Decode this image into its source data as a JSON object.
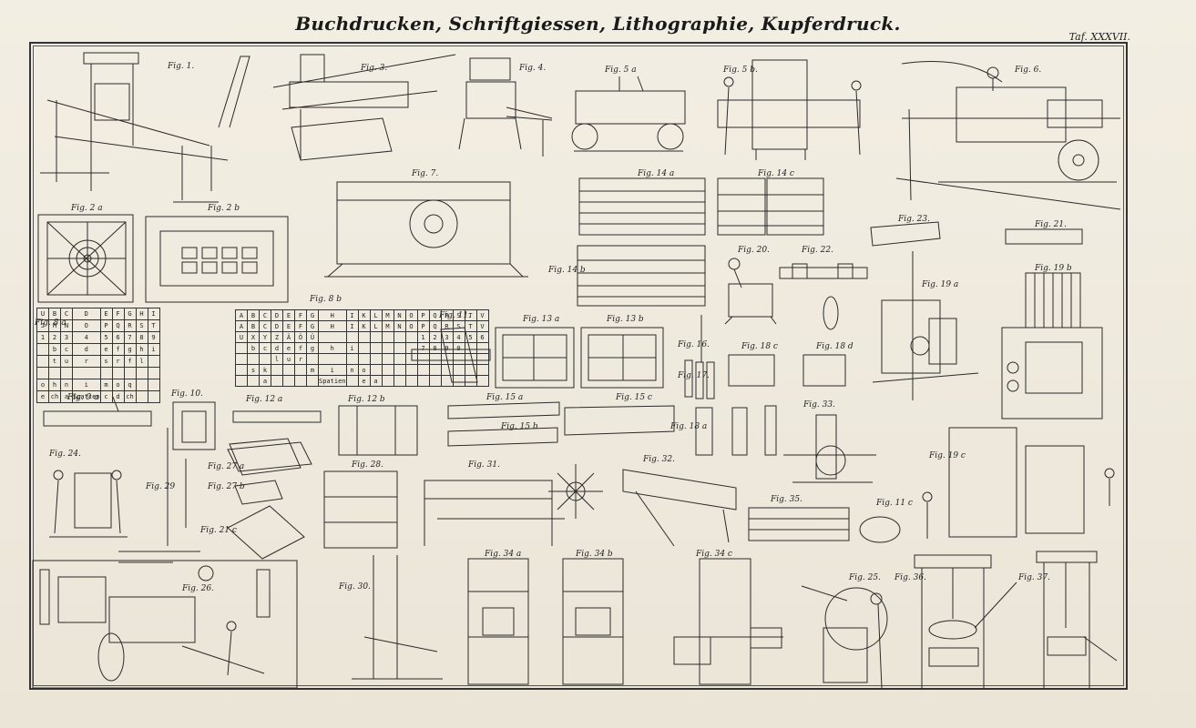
{
  "plate": {
    "title": "Buchdrucken, Schriftgiessen, Lithographie, Kupferdruck.",
    "tafel": "Taf. XXXVII."
  },
  "figures": [
    "Fig. 1.",
    "Fig. 3.",
    "Fig. 4.",
    "Fig. 5 a",
    "Fig. 5 b.",
    "Fig. 6.",
    "Fig. 7.",
    "Fig. 2 a",
    "Fig. 2 b",
    "Fig. 14 a",
    "Fig. 14 c",
    "Fig. 14 b",
    "Fig. 23.",
    "Fig. 21.",
    "Fig. 20.",
    "Fig. 22.",
    "Fig. 19 a",
    "Fig. 19 b",
    "Fig. 8 a",
    "Fig. 8 b",
    "Fig. 11.",
    "Fig. 13 a",
    "Fig. 13 b",
    "Fig. 18 c",
    "Fig. 18 d",
    "Fig. 16.",
    "Fig. 17.",
    "Fig. 9 a",
    "Fig. 10.",
    "Fig. 12 a",
    "Fig. 12 b",
    "Fig. 15 a",
    "Fig. 15 c",
    "Fig. 15 b",
    "Fig. 18 a",
    "Fig. 33.",
    "Fig. 24.",
    "Fig. 27 a",
    "Fig. 27 b",
    "Fig. 29",
    "Fig. 21 c",
    "Fig. 28.",
    "Fig. 31.",
    "Fig. 32.",
    "Fig. 35.",
    "Fig. 11 c",
    "Fig. 19 c",
    "Fig. 26.",
    "Fig. 30.",
    "Fig. 34 a",
    "Fig. 34 b",
    "Fig. 34 c",
    "Fig. 25.",
    "Fig. 36.",
    "Fig. 37."
  ],
  "case_a": {
    "rows": [
      [
        "U",
        "B",
        "C",
        "D",
        "E",
        "F",
        "G",
        "H",
        "I"
      ],
      [
        "J",
        "M",
        "N",
        "O",
        "P",
        "Q",
        "R",
        "S",
        "T"
      ],
      [
        "1",
        "2",
        "3",
        "4",
        "5",
        "6",
        "7",
        "8",
        "9"
      ],
      [
        "",
        "b",
        "c",
        "d",
        "e",
        "f",
        "g",
        "h",
        "i"
      ],
      [
        "",
        "t",
        "u",
        "r",
        "s",
        "r",
        "f",
        "l",
        ""
      ],
      [
        "",
        "",
        "",
        "",
        "",
        "",
        "",
        "",
        ""
      ],
      [
        "o",
        "h",
        "n",
        "i",
        "m",
        "o",
        "q",
        "",
        ""
      ],
      [
        "e",
        "ch",
        "a",
        "Spatien",
        "c",
        "d",
        "ch",
        "",
        ""
      ]
    ]
  },
  "case_b": {
    "rows": [
      [
        "A",
        "B",
        "C",
        "D",
        "E",
        "F",
        "G",
        "H",
        "I",
        "K",
        "L",
        "M",
        "N",
        "O",
        "P",
        "Q",
        "R",
        "S",
        "T",
        "V"
      ],
      [
        "A",
        "B",
        "C",
        "D",
        "E",
        "F",
        "G",
        "H",
        "I",
        "K",
        "L",
        "M",
        "N",
        "O",
        "P",
        "Q",
        "R",
        "S",
        "T",
        "V"
      ],
      [
        "U",
        "X",
        "Y",
        "Z",
        "Ä",
        "Ö",
        "Ü",
        "",
        "",
        "",
        "",
        "",
        "",
        "",
        "1",
        "2",
        "3",
        "4",
        "5",
        "6"
      ],
      [
        "",
        "b",
        "c",
        "d",
        "e",
        "f",
        "g",
        "h",
        "i",
        "",
        "",
        "",
        "",
        "",
        "7",
        "8",
        "9",
        "0",
        "",
        ""
      ],
      [
        "",
        "",
        "",
        "l",
        "u",
        "r",
        "",
        "",
        "",
        "",
        "",
        "",
        "",
        "",
        "",
        "",
        "",
        "",
        "",
        ""
      ],
      [
        "",
        "s",
        "k",
        "",
        "",
        "",
        "m",
        "i",
        "n",
        "o",
        "",
        "",
        "",
        "",
        "",
        "",
        "",
        "",
        "",
        ""
      ],
      [
        "",
        "",
        "a",
        "",
        "",
        "",
        "",
        "Spatien",
        "",
        "e",
        "a",
        "",
        "",
        "",
        "",
        "",
        "",
        "",
        "",
        ""
      ]
    ]
  }
}
